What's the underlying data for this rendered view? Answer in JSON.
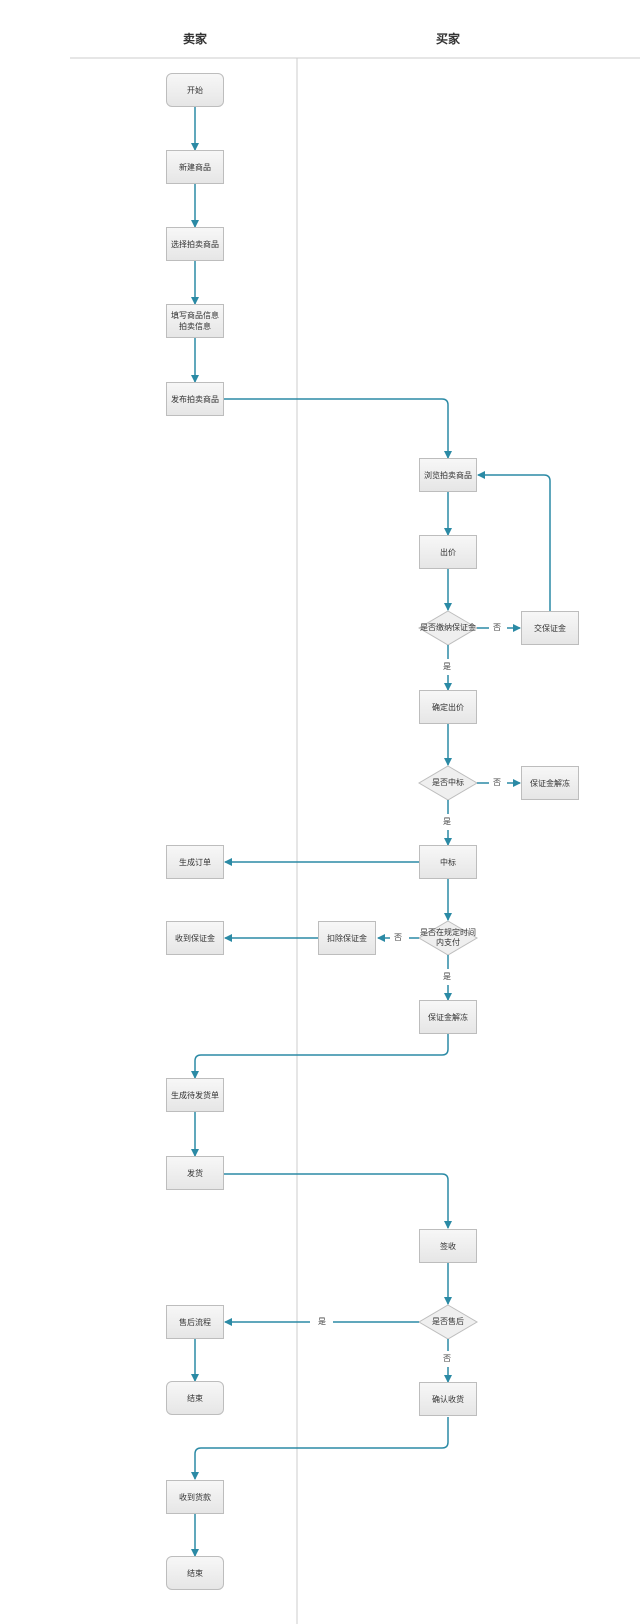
{
  "colors": {
    "edge": "#2b8aa5",
    "node_border": "#bdbdbd",
    "divider": "#cccccc"
  },
  "lanes": {
    "seller": "卖家",
    "buyer": "买家"
  },
  "nodes": {
    "start": "开始",
    "create_item": "新建商品",
    "select_auction": "选择拍卖商品",
    "fill_info": "填写商品信息\n拍卖信息",
    "publish": "发布拍卖商品",
    "browse": "浏览拍卖商品",
    "bid": "出价",
    "paid_deposit_q": "是否缴纳保证金",
    "pay_deposit": "交保证金",
    "confirm_bid": "确定出价",
    "won_q": "是否中标",
    "deposit_release_1": "保证金解冻",
    "won": "中标",
    "create_order": "生成订单",
    "paid_in_time_q": "是否在规定时间\n内支付",
    "deduct_deposit": "扣除保证金",
    "receive_deposit": "收到保证金",
    "deposit_release_2": "保证金解冻",
    "create_ship_order": "生成待发货单",
    "ship": "发货",
    "sign": "签收",
    "after_sale_q": "是否售后",
    "after_sale_flow": "售后流程",
    "end_1": "结束",
    "confirm_receipt": "确认收货",
    "receive_payment": "收到货款",
    "end_2": "结束"
  },
  "edge_labels": {
    "deposit_no": "否",
    "deposit_yes": "是",
    "won_no": "否",
    "won_yes": "是",
    "pay_no": "否",
    "pay_yes": "是",
    "after_sale_yes": "是",
    "after_sale_no": "否"
  }
}
